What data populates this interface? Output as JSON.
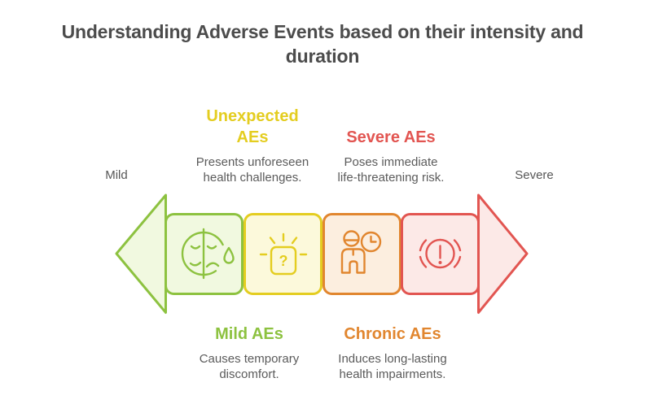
{
  "title": "Understanding Adverse Events based on their intensity and\nduration",
  "axis": {
    "left_label": "Mild",
    "right_label": "Severe"
  },
  "callouts": {
    "top": [
      {
        "label": "Unexpected\nAEs",
        "description": "Presents unforeseen\nhealth challenges.",
        "color": "yellow"
      },
      {
        "label": "Severe AEs",
        "description": "Poses immediate\nlife-threatening risk.",
        "color": "red"
      }
    ],
    "bottom": [
      {
        "label": "Mild AEs",
        "description": "Causes temporary\ndiscomfort.",
        "color": "green"
      },
      {
        "label": "Chronic AEs",
        "description": "Induces long-lasting\nhealth impairments.",
        "color": "orange"
      }
    ]
  },
  "segments": [
    {
      "name": "mild",
      "icon": "mixed-feelings-face-icon",
      "color": "green"
    },
    {
      "name": "unexpected",
      "icon": "question-box-icon",
      "color": "yellow"
    },
    {
      "name": "chronic",
      "icon": "person-clock-icon",
      "color": "orange"
    },
    {
      "name": "severe",
      "icon": "alert-icon",
      "color": "red"
    }
  ],
  "colors": {
    "title_text": "#4C4C4C",
    "body_text": "#5B5B5B",
    "green": "#8DC240",
    "green_fill": "#F1F9E0",
    "yellow": "#E4CD20",
    "yellow_fill": "#FCF9DB",
    "orange": "#E1862F",
    "orange_fill": "#FCEEDF",
    "red": "#E25551",
    "red_fill": "#FCE9E7"
  }
}
